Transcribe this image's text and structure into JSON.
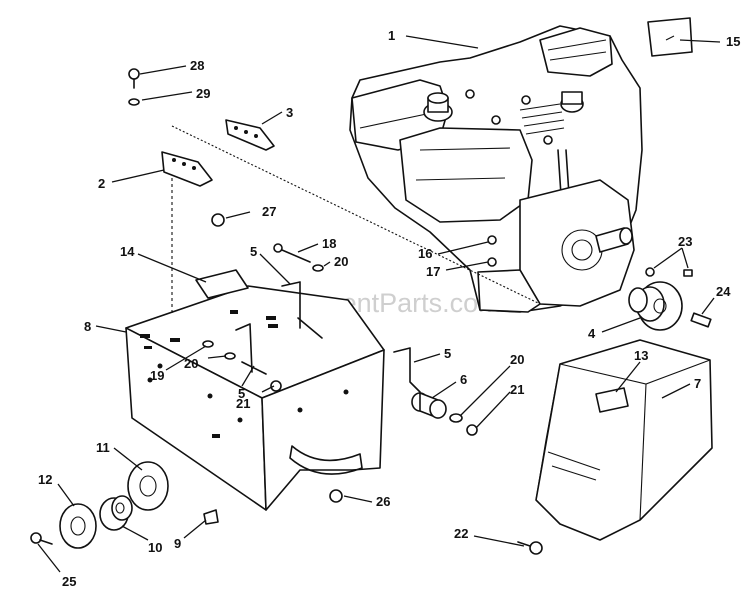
{
  "watermark": "eReplacementParts.com",
  "labels": {
    "p1": "1",
    "p2": "2",
    "p3": "3",
    "p4": "4",
    "p5a": "5",
    "p5b": "5",
    "p5c": "5",
    "p6": "6",
    "p7": "7",
    "p8": "8",
    "p9": "9",
    "p10": "10",
    "p11": "11",
    "p12": "12",
    "p13": "13",
    "p14": "14",
    "p15": "15",
    "p16": "16",
    "p17": "17",
    "p18": "18",
    "p19": "19",
    "p20a": "20",
    "p20b": "20",
    "p20c": "20",
    "p21a": "21",
    "p21b": "21",
    "p22": "22",
    "p23": "23",
    "p24": "24",
    "p25": "25",
    "p26": "26",
    "p27": "27",
    "p28": "28",
    "p29": "29"
  }
}
